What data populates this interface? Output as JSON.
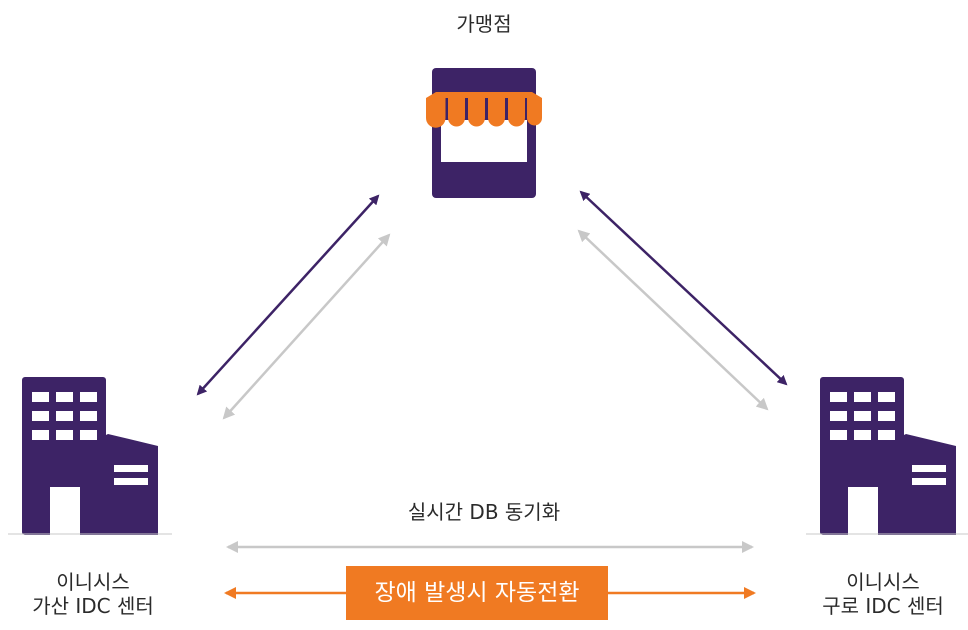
{
  "nodes": {
    "store": {
      "label": "가맹점"
    },
    "left_idc": {
      "line1": "이니시스",
      "line2": "가산 IDC 센터"
    },
    "right_idc": {
      "line1": "이니시스",
      "line2": "구로 IDC 센터"
    }
  },
  "sync_label": "실시간 DB 동기화",
  "failover_label": "장애 발생시 자동전환",
  "colors": {
    "primary": "#3d2366",
    "awning": "#f07a22",
    "secondary_line": "#c8c8c8",
    "failover": "#f07a22",
    "text": "#2b2b2b"
  }
}
